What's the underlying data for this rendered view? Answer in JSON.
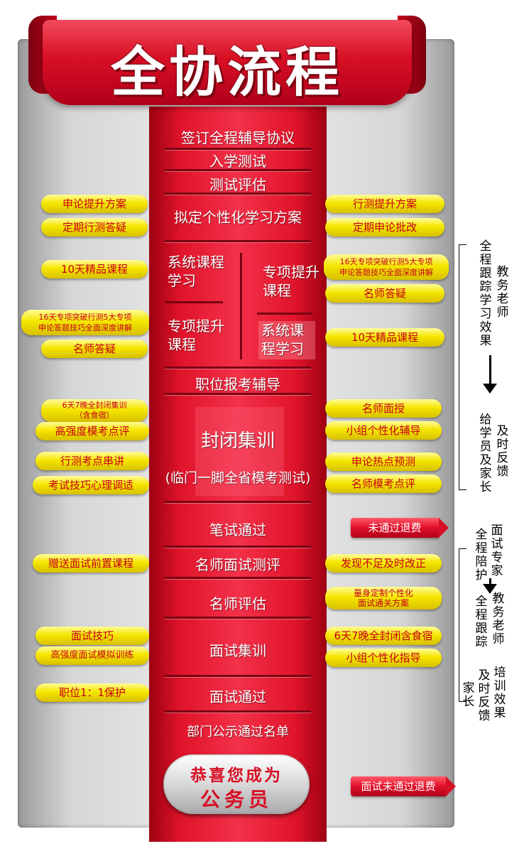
{
  "title": "全协流程",
  "steps": {
    "sign": "签订全程辅导协议",
    "entrance_test": "入学测试",
    "evaluation": "测试评估",
    "plan": "拟定个性化学习方案",
    "sys_study_a": "系统课程学习",
    "special_b": "专项提升课程",
    "special_a": "专项提升课程",
    "sys_study_b": "系统课程学习",
    "job_apply": "职位报考辅导",
    "closed_training": "封闭集训",
    "mock_test": "(临门一脚全省模考测试)",
    "written_pass": "笔试通过",
    "interview_eval": "名师面试测评",
    "teacher_eval": "名师评估",
    "interview_training": "面试集训",
    "interview_pass": "面试通过",
    "publicity": "部门公示通过名单"
  },
  "congrats": {
    "line1": "恭喜您成为",
    "line2": "公务员"
  },
  "left_pills": {
    "essay_plan": "申论提升方案",
    "regular_test_qa": "定期行测答疑",
    "ten_day_course": "10天精品课程",
    "sixteen_day_l1": "16天专项突破行测5大专项",
    "sixteen_day_l2": "申论答题技巧全面深度讲解",
    "teacher_qa": "名师答疑",
    "seven_day_l1": "6天7晚全封闭集训",
    "seven_day_l2": "（含食宿）",
    "intensive_points": "高强度模考点评",
    "test_points": "行测考点串讲",
    "exam_skills": "考试技巧心理调适",
    "free_pre_course": "赠送面试前置课程",
    "interview_skills": "面试技巧",
    "intensive_mock": "高强度面试模拟训练",
    "job_protect": "职位1：1保护"
  },
  "right_pills": {
    "test_plan": "行测提升方案",
    "essay_review": "定期申论批改",
    "sixteen_day_l1": "16天专项突破行测5大专项",
    "sixteen_day_l2": "申论答题技巧全面深度讲解",
    "teacher_qa": "名师答疑",
    "ten_day_course": "10天精品课程",
    "teacher_lecture": "名师面授",
    "group_tutoring": "小组个性化辅导",
    "essay_forecast": "申论热点预测",
    "mock_points": "名师模考点评",
    "improve": "发现不足及时改正",
    "custom_l1": "量身定制个性化",
    "custom_l2": "面试通关方案",
    "seven_day_food": "6天7晚全封闭含食宿",
    "group_guidance": "小组个性化指导"
  },
  "tags": {
    "written_refund": "未通过退费",
    "interview_refund": "面试未通过退费"
  },
  "side_notes": {
    "track_a": "全程跟踪学习效果",
    "teacher_a": "教务老师",
    "feedback_a1": "给学员及家长",
    "feedback_a2": "及时反馈",
    "escort": "全程陪护",
    "expert": "面试专家",
    "track_b": "全程跟踪",
    "teacher_b": "教务老师",
    "parent_b": "家长",
    "feedback_b": "及时反馈",
    "effect_b": "培训效果"
  }
}
